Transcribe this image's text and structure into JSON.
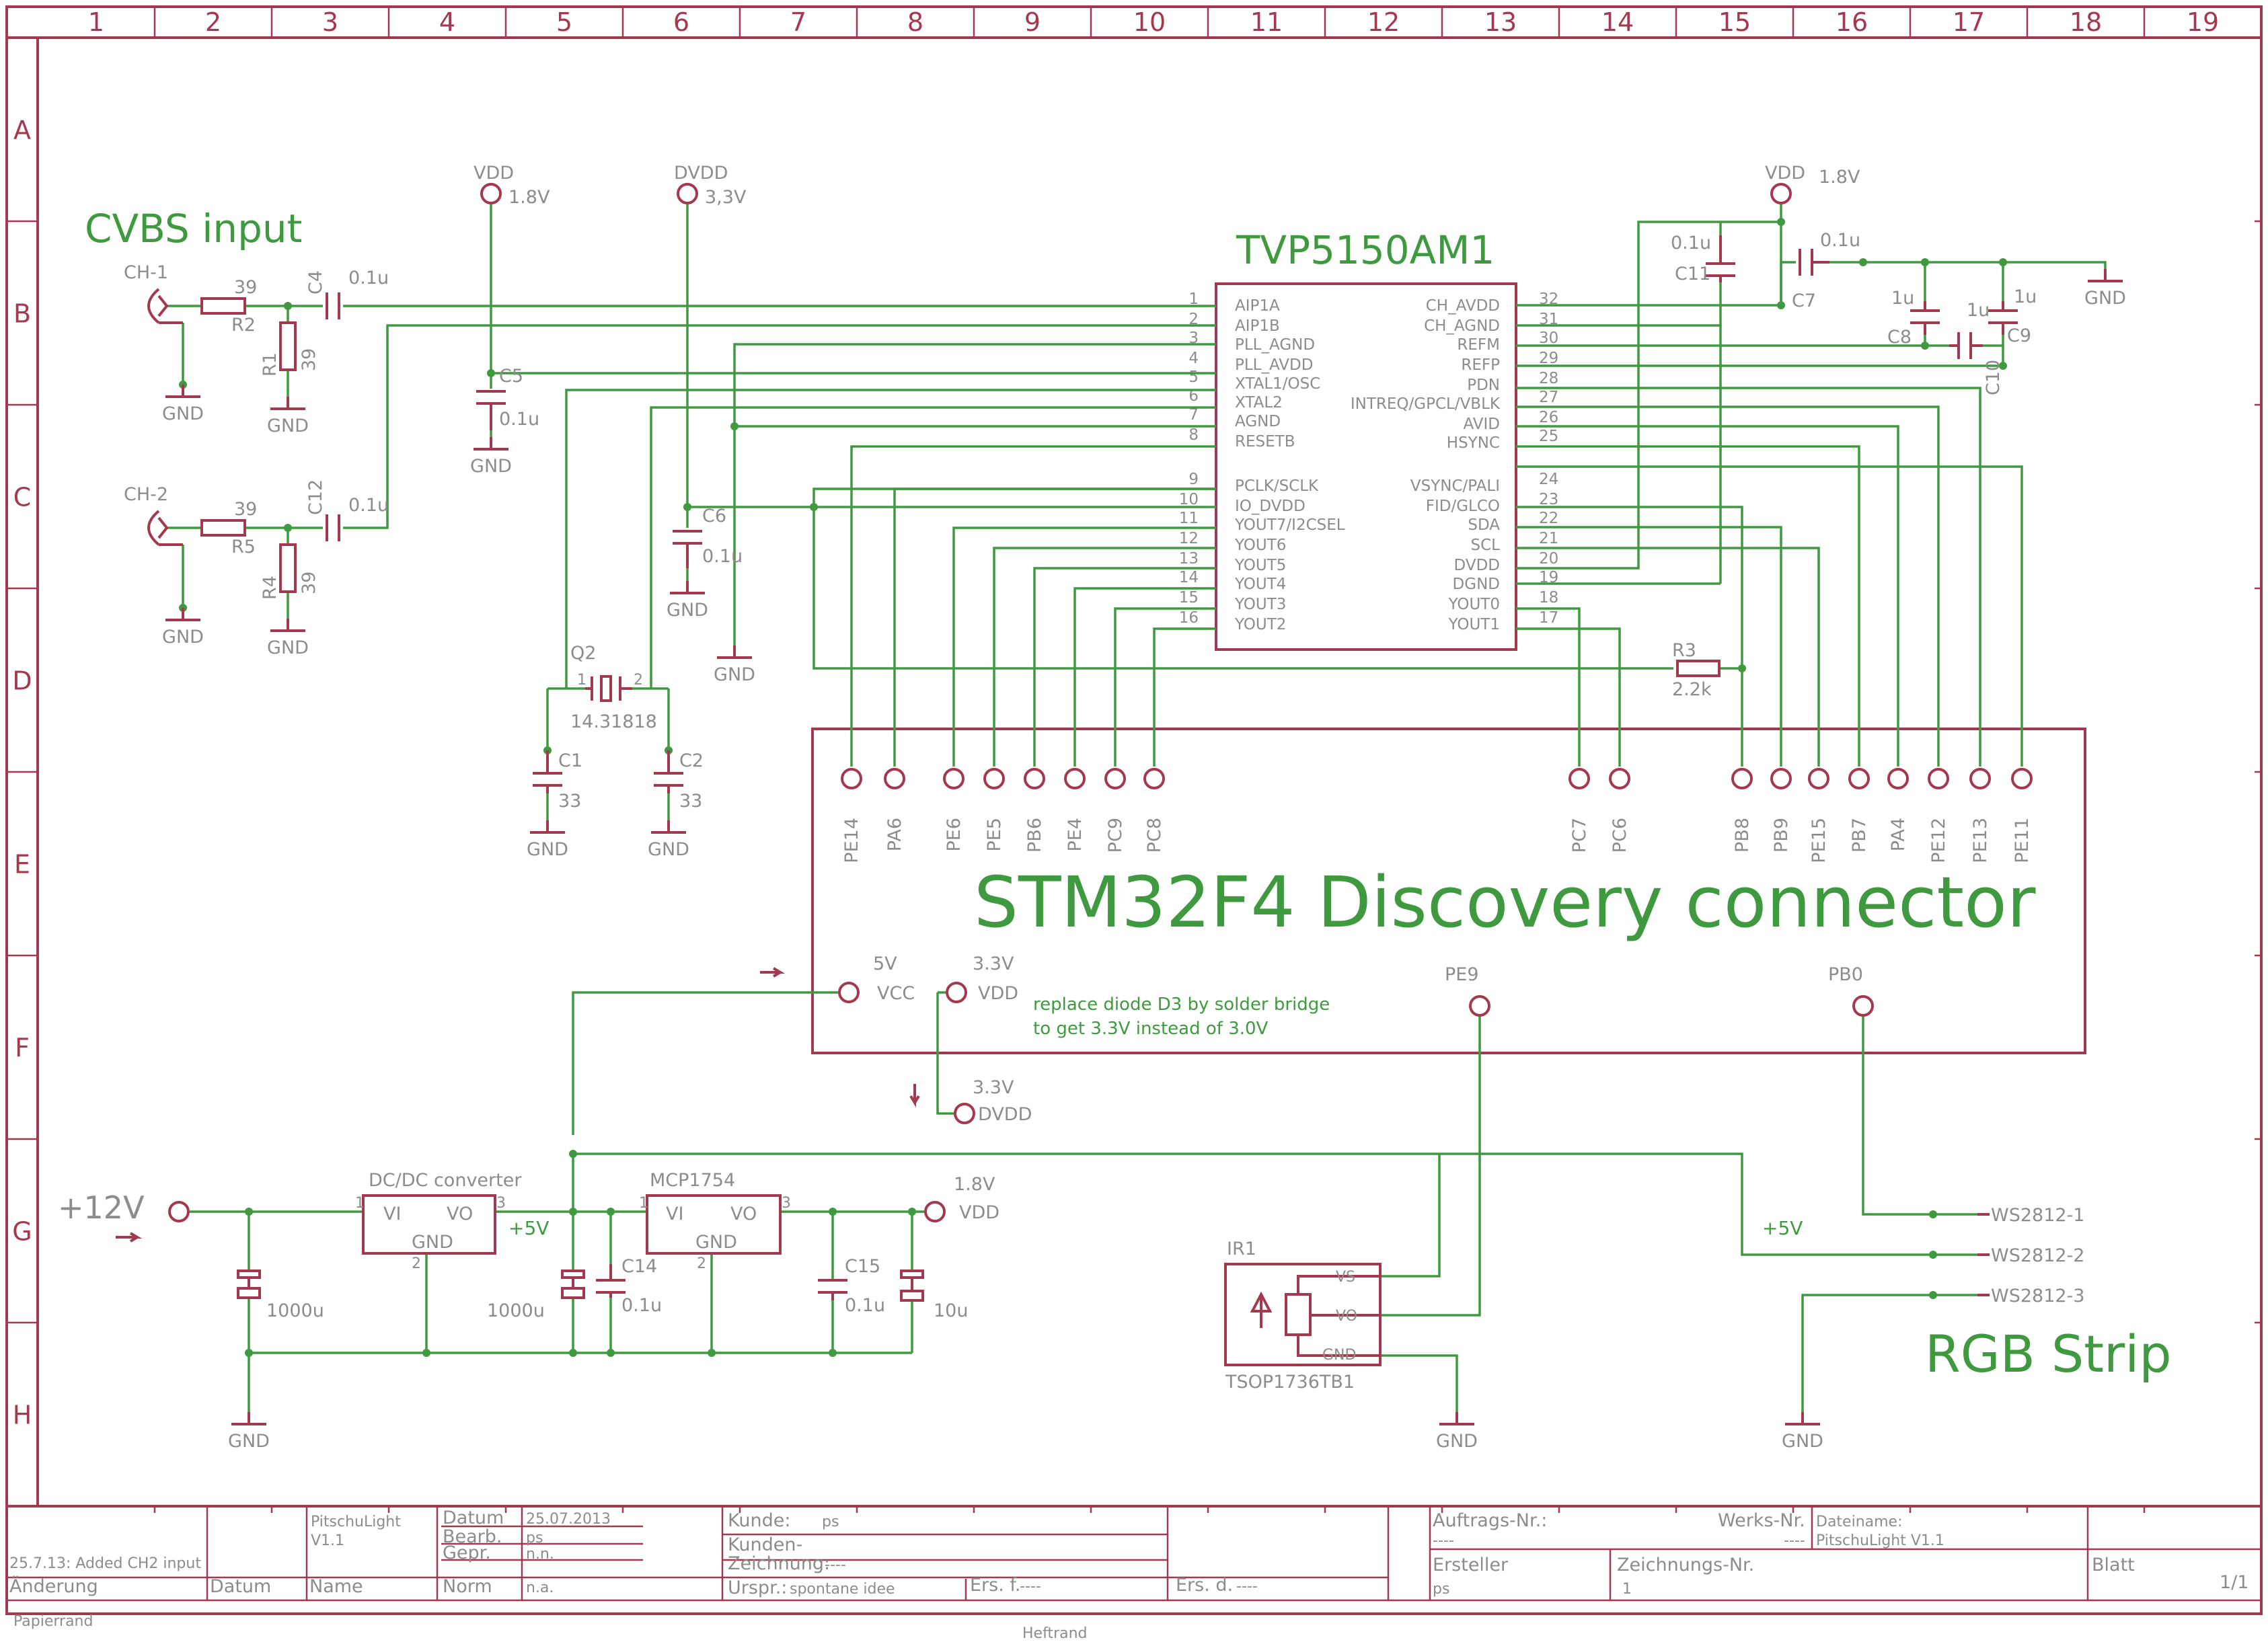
{
  "frame": {
    "columns": [
      "1",
      "2",
      "3",
      "4",
      "5",
      "6",
      "7",
      "8",
      "9",
      "10",
      "11",
      "12",
      "13",
      "14",
      "15",
      "16",
      "17",
      "18",
      "19"
    ],
    "rows": [
      "A",
      "B",
      "C",
      "D",
      "E",
      "F",
      "G",
      "H"
    ]
  },
  "titles": {
    "cvbs": "CVBS input",
    "ic": "TVP5150AM1",
    "stm": "STM32F4 Discovery connector",
    "rgb": "RGB Strip"
  },
  "power": {
    "vdd_left": {
      "name": "VDD",
      "value": "1.8V"
    },
    "dvdd": {
      "name": "DVDD",
      "value": "3,3V"
    },
    "vdd_right": {
      "name": "VDD",
      "value": "1.8V"
    },
    "gnd": "GND",
    "in12": "+12V",
    "p5a": "+5V",
    "p5b": "+5V",
    "vdd_reg": {
      "name": "VDD",
      "value": "1.8V"
    }
  },
  "inputs": {
    "ch1": "CH-1",
    "ch2": "CH-2",
    "r2": {
      "name": "R2",
      "value": "39"
    },
    "r1": {
      "name": "R1",
      "value": "39"
    },
    "r5": {
      "name": "R5",
      "value": "39"
    },
    "r4": {
      "name": "R4",
      "value": "39"
    },
    "c4": {
      "name": "C4",
      "value": "0.1u"
    },
    "c12": {
      "name": "C12",
      "value": "0.1u"
    }
  },
  "caps": {
    "c5": {
      "name": "C5",
      "value": "0.1u"
    },
    "c6": {
      "name": "C6",
      "value": "0.1u"
    },
    "c11": {
      "name": "C11",
      "value": "0.1u"
    },
    "c7": {
      "name": "C7",
      "value": "0.1u"
    },
    "c8": {
      "name": "C8",
      "value": "1u"
    },
    "c10": {
      "name": "C10",
      "value": "1u"
    },
    "c9": {
      "name": "C9",
      "value": "1u"
    },
    "c1": {
      "name": "C1",
      "value": "33"
    },
    "c2": {
      "name": "C2",
      "value": "33"
    }
  },
  "crystal": {
    "name": "Q2",
    "value": "14.31818",
    "pin1": "1",
    "pin2": "2"
  },
  "r3": {
    "name": "R3",
    "value": "2.2k"
  },
  "ic_left": [
    {
      "num": "1",
      "name": "AIP1A"
    },
    {
      "num": "2",
      "name": "AIP1B"
    },
    {
      "num": "3",
      "name": "PLL_AGND"
    },
    {
      "num": "4",
      "name": "PLL_AVDD"
    },
    {
      "num": "5",
      "name": "XTAL1/OSC"
    },
    {
      "num": "6",
      "name": "XTAL2"
    },
    {
      "num": "7",
      "name": "AGND"
    },
    {
      "num": "8",
      "name": "RESETB"
    },
    {
      "num": "9",
      "name": "PCLK/SCLK"
    },
    {
      "num": "10",
      "name": "IO_DVDD"
    },
    {
      "num": "11",
      "name": "YOUT7/I2CSEL"
    },
    {
      "num": "12",
      "name": "YOUT6"
    },
    {
      "num": "13",
      "name": "YOUT5"
    },
    {
      "num": "14",
      "name": "YOUT4"
    },
    {
      "num": "15",
      "name": "YOUT3"
    },
    {
      "num": "16",
      "name": "YOUT2"
    }
  ],
  "ic_right": [
    {
      "num": "32",
      "name": "CH_AVDD"
    },
    {
      "num": "31",
      "name": "CH_AGND"
    },
    {
      "num": "30",
      "name": "REFM"
    },
    {
      "num": "29",
      "name": "REFP"
    },
    {
      "num": "28",
      "name": "PDN"
    },
    {
      "num": "27",
      "name": "INTREQ/GPCL/VBLK"
    },
    {
      "num": "26",
      "name": "AVID"
    },
    {
      "num": "25",
      "name": "HSYNC"
    },
    {
      "num": "24",
      "name": "VSYNC/PALI"
    },
    {
      "num": "23",
      "name": "FID/GLCO"
    },
    {
      "num": "22",
      "name": "SDA"
    },
    {
      "num": "21",
      "name": "SCL"
    },
    {
      "num": "20",
      "name": "DVDD"
    },
    {
      "num": "19",
      "name": "DGND"
    },
    {
      "num": "18",
      "name": "YOUT0"
    },
    {
      "num": "17",
      "name": "YOUT1"
    }
  ],
  "stm_pins": [
    "PE14",
    "PA6",
    "PE6",
    "PE5",
    "PB6",
    "PE4",
    "PC9",
    "PC8",
    "PC7",
    "PC6",
    "PB8",
    "PB9",
    "PE15",
    "PB7",
    "PA4",
    "PE12",
    "PE13",
    "PE11"
  ],
  "stm_power": {
    "v5": "5V",
    "vcc": "VCC",
    "v33a": "3.3V",
    "vdd": "VDD",
    "v33b": "3.3V",
    "dvdd": "DVDD",
    "pe9": "PE9",
    "pb0": "PB0",
    "note1": "replace diode D3 by solder bridge",
    "note2": "to get 3.3V instead of 3.0V"
  },
  "supply": {
    "dcdc": "DC/DC converter",
    "vi": "VI",
    "vo": "VO",
    "gnd": "GND",
    "mcp": "MCP1754",
    "c_in": "1000u",
    "c_mid": "1000u",
    "c14": {
      "name": "C14",
      "value": "0.1u"
    },
    "c15": {
      "name": "C15",
      "value": "0.1u"
    },
    "c_out": "10u",
    "pin1": "1",
    "pin2": "2",
    "pin3": "3"
  },
  "ir": {
    "name": "IR1",
    "part": "TSOP1736TB1",
    "vs": "VS",
    "vo": "VO",
    "gnd": "GND"
  },
  "strip": [
    "WS2812-1",
    "WS2812-2",
    "WS2812-3"
  ],
  "titleblock": {
    "change": "25.7.13: Added CH2 input",
    "aenderung": "Änderung",
    "datum": "Datum",
    "name": "Name",
    "project": "PitschuLight",
    "version": "V1.1",
    "datum_lbl": "Datum",
    "datum_val": "25.07.2013",
    "bearb_lbl": "Bearb.",
    "bearb_val": "ps",
    "gepr_lbl": "Gepr.",
    "gepr_val": "n.n.",
    "norm_lbl": "Norm",
    "norm_val": "n.a.",
    "kunde_lbl": "Kunde:",
    "kunde_val": "ps",
    "kz_lbl1": "Kunden-",
    "kz_lbl2": "Zeichnung:",
    "kz_val": "----",
    "urspr_lbl": "Urspr.:",
    "urspr_val": "spontane idee",
    "ersf_lbl": "Ers. f.",
    "ersf_val": "----",
    "ersd_lbl": "Ers. d.",
    "ersd_val": "----",
    "auftrag_lbl": "Auftrags-Nr.:",
    "auftrag_val": "----",
    "werks_lbl": "Werks-Nr.",
    "werks_val": "----",
    "datei_lbl": "Dateiname:",
    "datei_val": "PitschuLight V1.1",
    "ersteller_lbl": "Ersteller",
    "ersteller_val": "ps",
    "znr_lbl": "Zeichnungs-Nr.",
    "znr_val": "1",
    "blatt_lbl": "Blatt",
    "blatt_val": "1/1",
    "papierrand": "Papierrand",
    "heftrand": "Heftrand"
  }
}
